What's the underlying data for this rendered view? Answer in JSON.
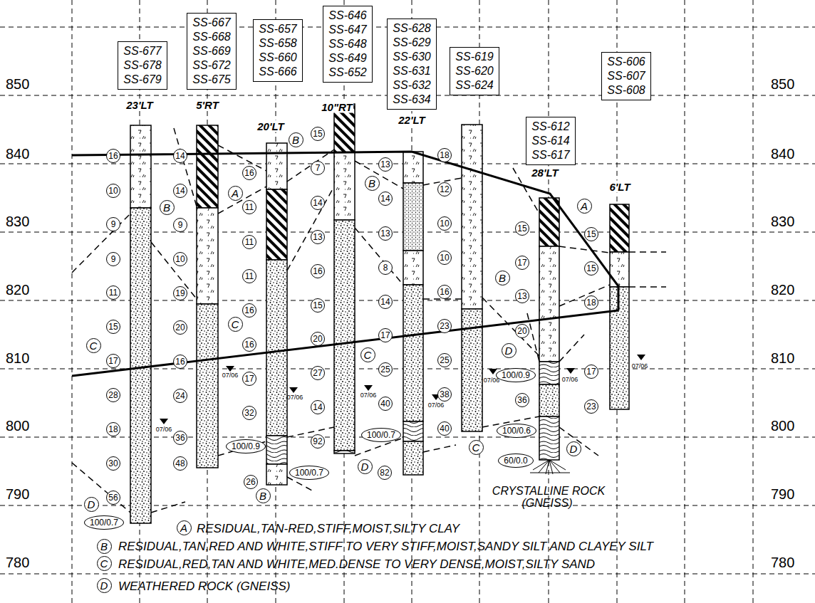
{
  "diagram": {
    "nodes": [
      {
        "text": [
          "SS-677",
          "SS-678",
          "SS-679"
        ]
      },
      {
        "text": [
          "SS-667",
          "SS-668",
          "SS-669",
          "SS-672",
          "SS-675"
        ]
      },
      {
        "text": [
          "SS-657",
          "SS-658",
          "SS-660",
          "SS-666"
        ]
      },
      {
        "text": [
          "SS-646",
          "SS-647",
          "SS-648",
          "SS-649",
          "SS-652"
        ]
      },
      {
        "text": [
          "SS-628",
          "SS-629",
          "SS-630",
          "SS-631",
          "SS-632",
          "SS-634"
        ]
      },
      {
        "text": [
          "SS-619",
          "SS-620",
          "SS-624"
        ]
      },
      {
        "text": [
          "SS-612",
          "SS-614",
          "SS-617"
        ]
      },
      {
        "text": [
          "SS-606",
          "SS-607",
          "SS-608"
        ]
      },
      {
        "text": [
          "16"
        ]
      },
      {
        "text": [
          "10"
        ]
      },
      {
        "text": [
          "9"
        ]
      },
      {
        "text": [
          "9"
        ]
      },
      {
        "text": [
          "11"
        ]
      },
      {
        "text": [
          "15"
        ]
      },
      {
        "text": [
          "17"
        ]
      },
      {
        "text": [
          "28"
        ]
      },
      {
        "text": [
          "18"
        ]
      },
      {
        "text": [
          "30"
        ]
      },
      {
        "text": [
          "56"
        ]
      },
      {
        "text": [
          "100/0.7"
        ]
      },
      {
        "text": [
          "14"
        ]
      },
      {
        "text": [
          "14"
        ]
      },
      {
        "text": [
          "9"
        ]
      },
      {
        "text": [
          "10"
        ]
      },
      {
        "text": [
          "19"
        ]
      },
      {
        "text": [
          "20"
        ]
      },
      {
        "text": [
          "16"
        ]
      },
      {
        "text": [
          "24"
        ]
      },
      {
        "text": [
          "36"
        ]
      },
      {
        "text": [
          "48"
        ]
      },
      {
        "text": [
          "16"
        ]
      },
      {
        "text": [
          "11"
        ]
      },
      {
        "text": [
          "11"
        ]
      },
      {
        "text": [
          "11"
        ]
      },
      {
        "text": [
          "16"
        ]
      },
      {
        "text": [
          "16"
        ]
      },
      {
        "text": [
          "17"
        ]
      },
      {
        "text": [
          "32"
        ]
      },
      {
        "text": [
          "100/0.9"
        ]
      },
      {
        "text": [
          "100/0.7"
        ]
      },
      {
        "text": [
          "26"
        ]
      },
      {
        "text": [
          "15"
        ]
      },
      {
        "text": [
          "7"
        ]
      },
      {
        "text": [
          "14"
        ]
      },
      {
        "text": [
          "13"
        ]
      },
      {
        "text": [
          "16"
        ]
      },
      {
        "text": [
          "15"
        ]
      },
      {
        "text": [
          "20"
        ]
      },
      {
        "text": [
          "27"
        ]
      },
      {
        "text": [
          "14"
        ]
      },
      {
        "text": [
          "92"
        ]
      },
      {
        "text": [
          "13"
        ]
      },
      {
        "text": [
          "14"
        ]
      },
      {
        "text": [
          "13"
        ]
      },
      {
        "text": [
          "8"
        ]
      },
      {
        "text": [
          "14"
        ]
      },
      {
        "text": [
          "17"
        ]
      },
      {
        "text": [
          "25"
        ]
      },
      {
        "text": [
          "40"
        ]
      },
      {
        "text": [
          "100/0.7"
        ]
      },
      {
        "text": [
          "82"
        ]
      },
      {
        "text": [
          "18"
        ]
      },
      {
        "text": [
          "12"
        ]
      },
      {
        "text": [
          "10"
        ]
      },
      {
        "text": [
          "10"
        ]
      },
      {
        "text": [
          "16"
        ]
      },
      {
        "text": [
          "23"
        ]
      },
      {
        "text": [
          "25"
        ]
      },
      {
        "text": [
          "38"
        ]
      },
      {
        "text": [
          "40"
        ]
      },
      {
        "text": [
          "15"
        ]
      },
      {
        "text": [
          "17"
        ]
      },
      {
        "text": [
          "13"
        ]
      },
      {
        "text": [
          "20"
        ]
      },
      {
        "text": [
          "100/0.9"
        ]
      },
      {
        "text": [
          "36"
        ]
      },
      {
        "text": [
          "100/0.6"
        ]
      },
      {
        "text": [
          "60/0.0"
        ]
      },
      {
        "text": [
          "15"
        ]
      },
      {
        "text": [
          "15"
        ]
      },
      {
        "text": [
          "18"
        ]
      },
      {
        "text": [
          "17"
        ]
      },
      {
        "text": [
          "23"
        ]
      },
      {
        "text": [
          "B"
        ]
      },
      {
        "text": [
          "A"
        ]
      },
      {
        "text": [
          "B"
        ]
      },
      {
        "text": [
          "A"
        ]
      },
      {
        "text": [
          "B"
        ]
      },
      {
        "text": [
          "B"
        ]
      },
      {
        "text": [
          "C"
        ]
      },
      {
        "text": [
          "C"
        ]
      },
      {
        "text": [
          "D"
        ]
      },
      {
        "text": [
          "C"
        ]
      },
      {
        "text": [
          "C"
        ]
      },
      {
        "text": [
          "D"
        ]
      },
      {
        "text": [
          "D"
        ]
      },
      {
        "text": [
          "B"
        ]
      },
      {
        "text": [
          "D"
        ]
      },
      {
        "text": [
          "A"
        ]
      },
      {
        "text": [
          "B"
        ]
      },
      {
        "text": [
          "C"
        ]
      },
      {
        "text": [
          "D"
        ]
      }
    ],
    "labels": [
      "850",
      "840",
      "830",
      "820",
      "810",
      "800",
      "790",
      "780",
      "850",
      "840",
      "830",
      "820",
      "810",
      "800",
      "790",
      "780",
      "23'LT",
      "5'RT",
      "20'LT",
      "10\"RT",
      "22'LT",
      "28'LT",
      "6'LT",
      "07/06",
      "07/06",
      "07/06",
      "07/06",
      "07/06",
      "07/06",
      "07/06",
      "07/06",
      "CRYSTALLINE ROCK",
      "(GNEISS)"
    ],
    "legend": [
      {
        "text": "RESIDUAL,TAN-RED,STIFF,MOIST,SILTY CLAY"
      },
      {
        "text": "RESIDUAL,TAN,RED AND WHITE,STIFF TO VERY STIFF,MOIST,SANDY SILT AND CLAYEY SILT"
      },
      {
        "text": "RESIDUAL,RED,TAN AND WHITE,MED.DENSE TO VERY DENSE,MOIST,SILTY SAND"
      },
      {
        "text": "WEATHERED ROCK (GNEISS)"
      }
    ]
  }
}
